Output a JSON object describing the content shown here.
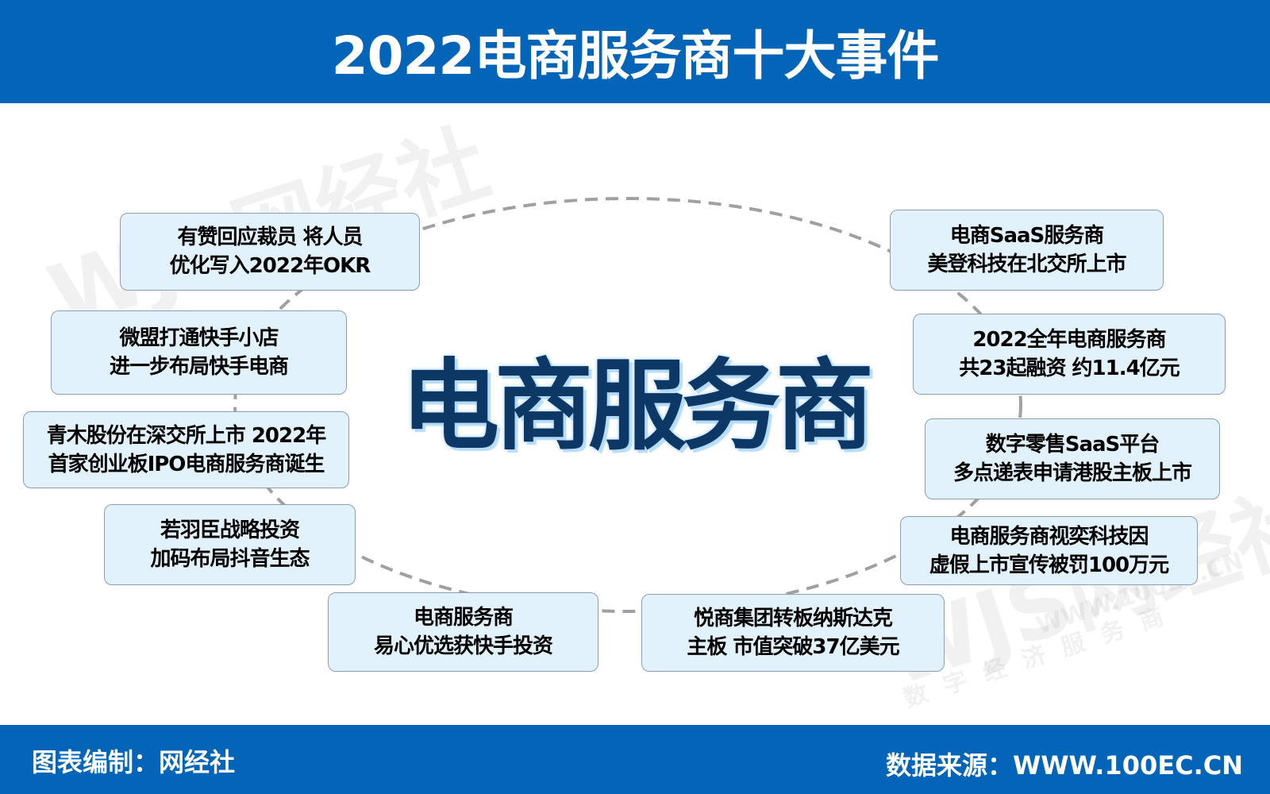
{
  "header": {
    "title": "2022电商服务商十大事件"
  },
  "center_label": "电商服务商",
  "events": [
    {
      "line1": "有赞回应裁员 将人员",
      "line2": "优化写入2022年OKR"
    },
    {
      "line1": "微盟打通快手小店",
      "line2": "进一步布局快手电商"
    },
    {
      "line1": "青木股份在深交所上市 2022年",
      "line2": "首家创业板IPO电商服务商诞生"
    },
    {
      "line1": "若羽臣战略投资",
      "line2": "加码布局抖音生态"
    },
    {
      "line1": "电商服务商",
      "line2": "易心优选获快手投资"
    },
    {
      "line1": "悦商集团转板纳斯达克",
      "line2": "主板 市值突破37亿美元"
    },
    {
      "line1": "电商服务商视奕科技因",
      "line2": "虚假上市宣传被罚100万元"
    },
    {
      "line1": "数字零售SaaS平台",
      "line2": "多点递表申请港股主板上市"
    },
    {
      "line1": "2022全年电商服务商",
      "line2": "共23起融资 约11.4亿元"
    },
    {
      "line1": "电商SaaS服务商",
      "line2": "美登科技在北交所上市"
    }
  ],
  "watermark": {
    "brand": "WJS网经社",
    "url": "WWW.100EC.CN",
    "slogan": "数字经济服务商"
  },
  "footer": {
    "left": "图表编制：网经社",
    "right": "数据来源：WWW.100EC.CN"
  },
  "colors": {
    "header_bg": "#0364b8",
    "box_bg": "#e2f2fd",
    "center_text": "#0d3866",
    "ring": "#a0a0a0"
  }
}
